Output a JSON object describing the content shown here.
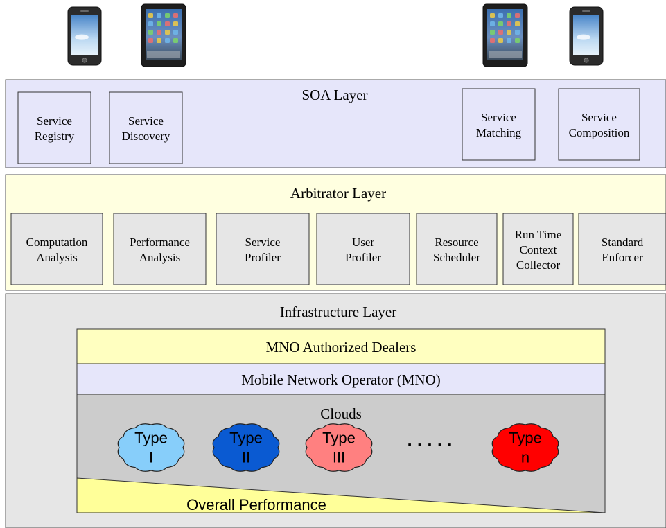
{
  "devices": [
    {
      "kind": "phone-icon"
    },
    {
      "kind": "tablet-icon"
    },
    {
      "kind": "tablet-icon"
    },
    {
      "kind": "phone-icon"
    }
  ],
  "soa_layer": {
    "title": "SOA Layer",
    "fill": "#e6e6fa",
    "boxes": [
      {
        "lines": [
          "Service",
          "Registry"
        ]
      },
      {
        "lines": [
          "Service",
          "Discovery"
        ]
      },
      {
        "lines": [
          "Service",
          "Matching"
        ]
      },
      {
        "lines": [
          "Service",
          "Composition"
        ]
      }
    ]
  },
  "arbitrator_layer": {
    "title": "Arbitrator Layer",
    "fill": "#ffffe0",
    "boxes": [
      {
        "lines": [
          "Computation",
          "Analysis"
        ]
      },
      {
        "lines": [
          "Performance",
          "Analysis"
        ]
      },
      {
        "lines": [
          "Service",
          "Profiler"
        ]
      },
      {
        "lines": [
          "User",
          "Profiler"
        ]
      },
      {
        "lines": [
          "Resource",
          "Scheduler"
        ]
      },
      {
        "lines": [
          "Run Time",
          "Context",
          "Collector"
        ]
      },
      {
        "lines": [
          "Standard",
          "Enforcer"
        ]
      }
    ]
  },
  "infrastructure_layer": {
    "title": "Infrastructure Layer",
    "fill": "#e6e6e6",
    "dealers": {
      "label": "MNO Authorized Dealers",
      "fill": "#ffffc0"
    },
    "mno": {
      "label": "Mobile Network Operator (MNO)",
      "fill": "#e6e6fa"
    },
    "clouds": {
      "title": "Clouds",
      "fill": "#cccccc",
      "ellipsis": ". . . . .",
      "items": [
        {
          "lines": [
            "Type",
            "I"
          ],
          "color": "#87cefa"
        },
        {
          "lines": [
            "Type",
            "II"
          ],
          "color": "#0a5ad2"
        },
        {
          "lines": [
            "Type",
            "III"
          ],
          "color": "#ff8080"
        },
        {
          "lines": [
            "Type",
            "n"
          ],
          "color": "#ff0000"
        }
      ]
    },
    "performance": {
      "label": "Overall Performance",
      "fill": "#ffff99"
    }
  }
}
